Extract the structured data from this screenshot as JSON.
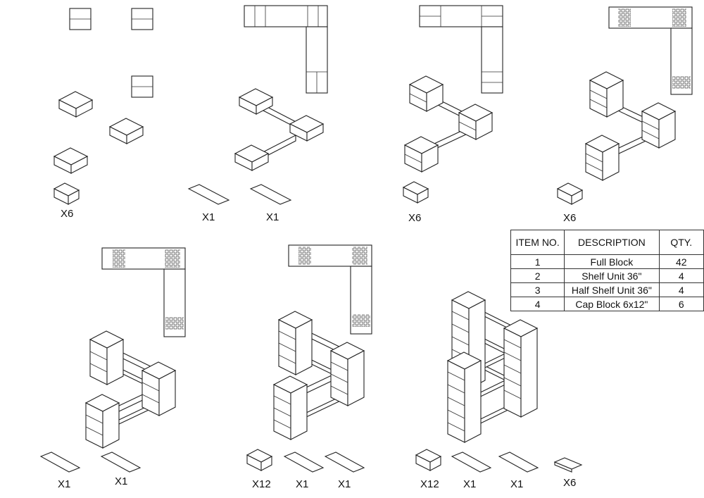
{
  "steps": [
    {
      "quantities": [
        "X6"
      ]
    },
    {
      "quantities": [
        "X1",
        "X1"
      ]
    },
    {
      "quantities": [
        "X6"
      ]
    },
    {
      "quantities": [
        "X6"
      ]
    },
    {
      "quantities": [
        "X1",
        "X1"
      ]
    },
    {
      "quantities": [
        "X12",
        "X1",
        "X1"
      ]
    },
    {
      "quantities": [
        "X12",
        "X1",
        "X1",
        "X6"
      ]
    }
  ],
  "bom": {
    "headers": [
      "ITEM NO.",
      "DESCRIPTION",
      "QTY."
    ],
    "rows": [
      {
        "item": "1",
        "description": "Full Block",
        "qty": "42"
      },
      {
        "item": "2",
        "description": "Shelf Unit 36\"",
        "qty": "4"
      },
      {
        "item": "3",
        "description": "Half Shelf Unit 36\"",
        "qty": "4"
      },
      {
        "item": "4",
        "description": "Cap Block 6x12\"",
        "qty": "6"
      }
    ]
  }
}
